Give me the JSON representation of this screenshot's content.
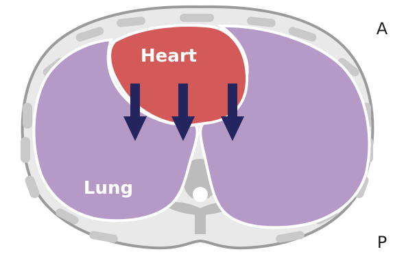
{
  "labels": {
    "heart": "Heart",
    "lung": "Lung",
    "anterior": "A",
    "posterior": "P"
  },
  "colors": {
    "body_outline": "#9a9a9a",
    "body_fill": "#e9e9e9",
    "rib": "#c9c9c9",
    "lung": "#b59ac8",
    "lung_outline": "#ffffff",
    "heart": "#d45a5a",
    "arrow": "#24245e",
    "spine": "#bcbcbc"
  },
  "icons": {
    "arrows": "arrow-down-icon"
  }
}
